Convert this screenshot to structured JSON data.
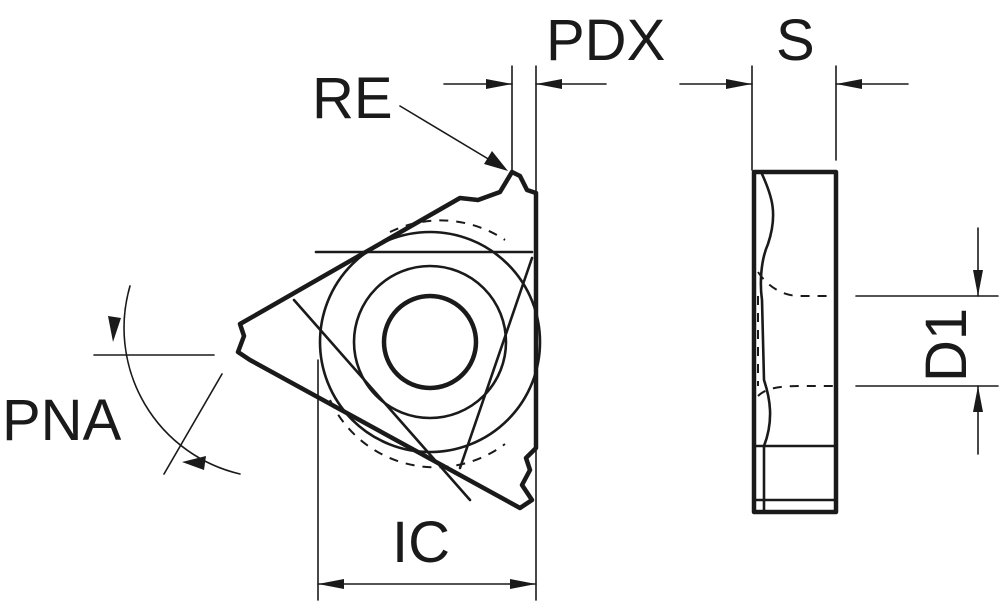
{
  "labels": {
    "pdx": "PDX",
    "s": "S",
    "re": "RE",
    "pna": "PNA",
    "ic": "IC",
    "d1": "D1"
  },
  "colors": {
    "line": "#1a1a1a",
    "background": "#ffffff"
  }
}
